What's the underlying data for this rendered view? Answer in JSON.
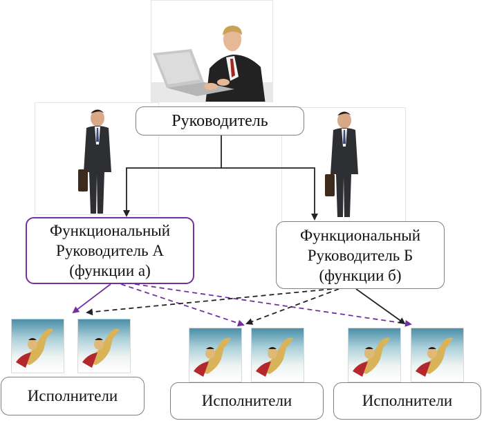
{
  "nodes": {
    "top": {
      "label": "Руководитель"
    },
    "func_a": {
      "line1": "Функциональный",
      "line2": "Руководитель А",
      "line3": "(функции а)"
    },
    "func_b": {
      "line1": "Функциональный",
      "line2": "Руководитель Б",
      "line3": "(функции  б)"
    },
    "exec_1": {
      "label": "Исполнители"
    },
    "exec_2": {
      "label": "Исполнители"
    },
    "exec_3": {
      "label": "Исполнители"
    }
  },
  "icons": {
    "top_photo": "manager-at-laptop-photo",
    "func_photo": "businessman-with-briefcase-photo",
    "exec_photo": "flying-superhero-picture"
  },
  "colors": {
    "line_black": "#222222",
    "line_purple": "#7030a0",
    "box_border": "#7f7f7f",
    "box_border_purple": "#7030a0"
  }
}
